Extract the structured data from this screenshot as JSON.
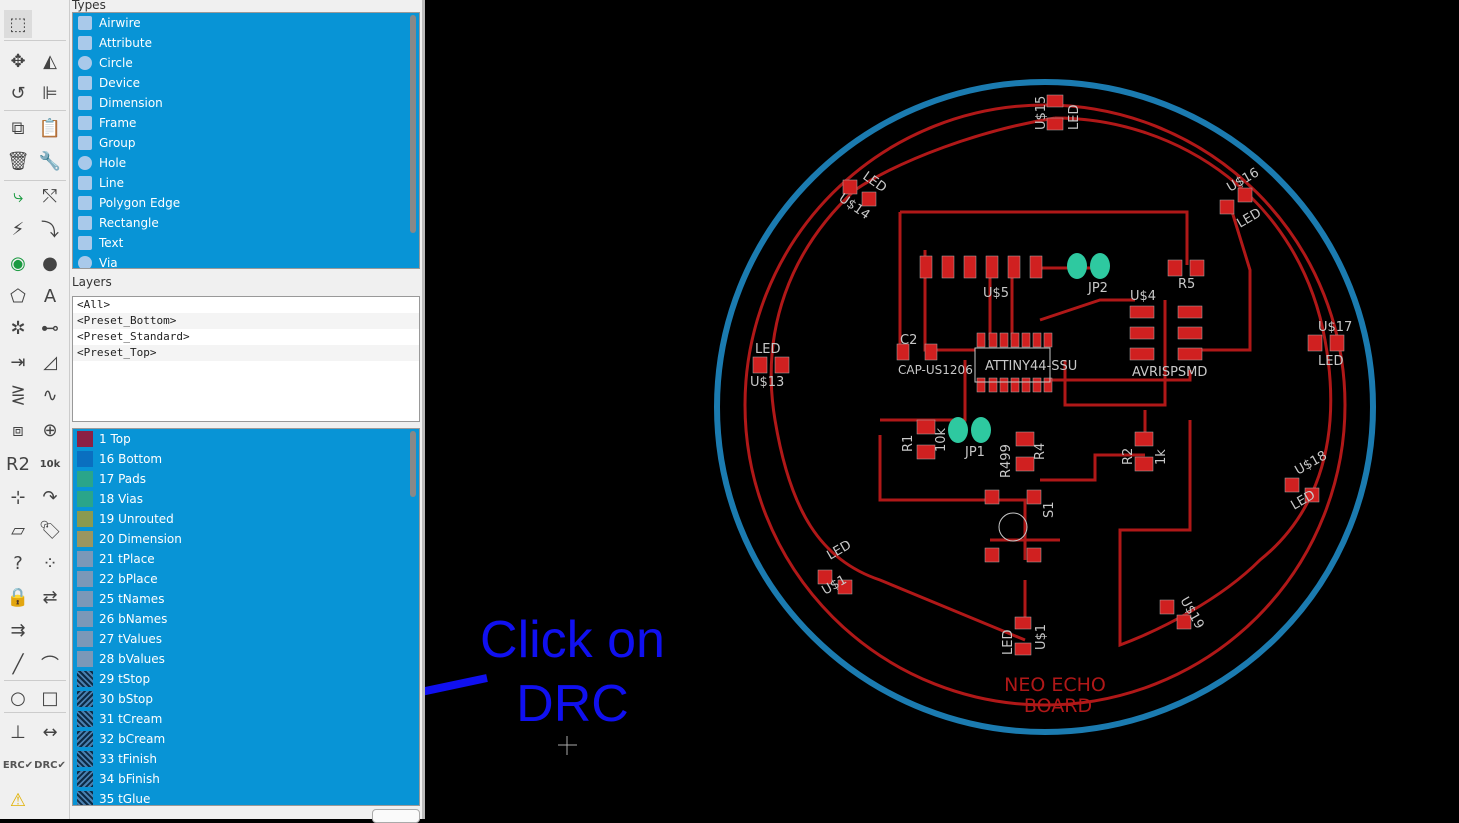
{
  "toolbar": {
    "items": [
      {
        "name": "group-select-icon",
        "glyph": "⬚",
        "col": 0,
        "row": 0,
        "selected": true
      },
      {
        "name": "move-icon",
        "glyph": "✥",
        "col": 0,
        "row": 1
      },
      {
        "name": "mirror-icon",
        "glyph": "◭",
        "col": 1,
        "row": 1
      },
      {
        "name": "rotate-icon",
        "glyph": "↺",
        "col": 0,
        "row": 2
      },
      {
        "name": "align-icon",
        "glyph": "⊫",
        "col": 1,
        "row": 2
      },
      {
        "name": "copy-icon",
        "glyph": "⧉",
        "col": 0,
        "row": 3
      },
      {
        "name": "paste-icon",
        "glyph": "📋",
        "col": 1,
        "row": 3
      },
      {
        "name": "delete-icon",
        "glyph": "🗑",
        "col": 0,
        "row": 4
      },
      {
        "name": "wrench-icon",
        "glyph": "🔧",
        "col": 1,
        "row": 4
      },
      {
        "name": "route-icon",
        "glyph": "⤷",
        "col": 0,
        "row": 5
      },
      {
        "name": "ripup-icon",
        "glyph": "⤲",
        "col": 1,
        "row": 5
      },
      {
        "name": "split-icon",
        "glyph": "⚡",
        "col": 0,
        "row": 6
      },
      {
        "name": "fanout-icon",
        "glyph": "⤵",
        "col": 1,
        "row": 6
      },
      {
        "name": "via-icon",
        "glyph": "◉",
        "col": 0,
        "row": 7
      },
      {
        "name": "hole-icon",
        "glyph": "●",
        "col": 1,
        "row": 7
      },
      {
        "name": "polygon-icon",
        "glyph": "⬠",
        "col": 0,
        "row": 8
      },
      {
        "name": "text-icon",
        "glyph": "A",
        "col": 1,
        "row": 8
      },
      {
        "name": "ratsnest-icon",
        "glyph": "✲",
        "col": 0,
        "row": 9
      },
      {
        "name": "signal-icon",
        "glyph": "⊷",
        "col": 1,
        "row": 9
      },
      {
        "name": "meander-icon",
        "glyph": "⇥",
        "col": 0,
        "row": 10
      },
      {
        "name": "miter-icon",
        "glyph": "◿",
        "col": 1,
        "row": 10
      },
      {
        "name": "differential-icon",
        "glyph": "⋛",
        "col": 0,
        "row": 11
      },
      {
        "name": "wave-icon",
        "glyph": "∿",
        "col": 1,
        "row": 11
      },
      {
        "name": "add-part-icon",
        "glyph": "⧈",
        "col": 0,
        "row": 12
      },
      {
        "name": "add-gate-icon",
        "glyph": "⊕",
        "col": 1,
        "row": 12
      },
      {
        "name": "name-icon",
        "glyph": "R2",
        "col": 0,
        "row": 13
      },
      {
        "name": "value-icon",
        "glyph": "10k",
        "col": 1,
        "row": 13
      },
      {
        "name": "smash-icon",
        "glyph": "⊹",
        "col": 0,
        "row": 14
      },
      {
        "name": "replace-icon",
        "glyph": "↷",
        "col": 1,
        "row": 14
      },
      {
        "name": "change-package-icon",
        "glyph": "▱",
        "col": 0,
        "row": 15
      },
      {
        "name": "attribute-icon",
        "glyph": "🏷",
        "col": 1,
        "row": 15
      },
      {
        "name": "paint-roller-icon",
        "glyph": "?",
        "col": 0,
        "row": 16
      },
      {
        "name": "optimize-icon",
        "glyph": "⁘",
        "col": 1,
        "row": 16
      },
      {
        "name": "lock-icon",
        "glyph": "🔒",
        "col": 0,
        "row": 17
      },
      {
        "name": "swap-icon",
        "glyph": "⇄",
        "col": 1,
        "row": 17
      },
      {
        "name": "join-icon",
        "glyph": "⇉",
        "col": 0,
        "row": 18
      },
      {
        "name": "line-icon",
        "glyph": "╱",
        "col": 0,
        "row": 19
      },
      {
        "name": "arc-icon",
        "glyph": "⌒",
        "col": 1,
        "row": 19
      },
      {
        "name": "circle-icon",
        "glyph": "○",
        "col": 0,
        "row": 20
      },
      {
        "name": "rectangle-icon",
        "glyph": "□",
        "col": 1,
        "row": 20
      },
      {
        "name": "mark-icon",
        "glyph": "⊥",
        "col": 0,
        "row": 21
      },
      {
        "name": "dimension-icon",
        "glyph": "↔",
        "col": 1,
        "row": 21
      },
      {
        "name": "erc-icon",
        "glyph": "ERC✔",
        "col": 0,
        "row": 22
      },
      {
        "name": "drc-icon",
        "glyph": "DRC✔",
        "col": 1,
        "row": 22
      },
      {
        "name": "errors-warning-icon",
        "glyph": "⚠",
        "col": 0,
        "row": 23
      }
    ]
  },
  "types": {
    "label": "Types",
    "items": [
      {
        "label": "Airwire",
        "icon": "airwire-icon"
      },
      {
        "label": "Attribute",
        "icon": "attribute-icon"
      },
      {
        "label": "Circle",
        "icon": "circle-icon"
      },
      {
        "label": "Device",
        "icon": "device-icon"
      },
      {
        "label": "Dimension",
        "icon": "dimension-icon"
      },
      {
        "label": "Frame",
        "icon": "frame-icon"
      },
      {
        "label": "Group",
        "icon": "group-icon"
      },
      {
        "label": "Hole",
        "icon": "hole-icon"
      },
      {
        "label": "Line",
        "icon": "line-icon"
      },
      {
        "label": "Polygon Edge",
        "icon": "polygon-icon"
      },
      {
        "label": "Rectangle",
        "icon": "rectangle-icon"
      },
      {
        "label": "Text",
        "icon": "text-icon"
      },
      {
        "label": "Via",
        "icon": "via-icon"
      }
    ]
  },
  "layers": {
    "label": "Layers",
    "presets": [
      "<All>",
      "<Preset_Bottom>",
      "<Preset_Standard>",
      "<Preset_Top>"
    ],
    "items": [
      {
        "label": "1 Top",
        "color": "#8b2044"
      },
      {
        "label": "16 Bottom",
        "color": "#0a6fc0"
      },
      {
        "label": "17 Pads",
        "color": "#2aa58a"
      },
      {
        "label": "18 Vias",
        "color": "#2aa58a"
      },
      {
        "label": "19 Unrouted",
        "color": "#8a9a50"
      },
      {
        "label": "20 Dimension",
        "color": "#9a9660"
      },
      {
        "label": "21 tPlace",
        "color": "#7a98b8"
      },
      {
        "label": "22 bPlace",
        "color": "#7a98b8"
      },
      {
        "label": "25 tNames",
        "color": "#7a98b8"
      },
      {
        "label": "26 bNames",
        "color": "#7a98b8"
      },
      {
        "label": "27 tValues",
        "color": "#7a98b8"
      },
      {
        "label": "28 bValues",
        "color": "#7a98b8"
      },
      {
        "label": "29 tStop",
        "pattern": "hatch"
      },
      {
        "label": "30 bStop",
        "pattern": "hatchb"
      },
      {
        "label": "31 tCream",
        "pattern": "hatch"
      },
      {
        "label": "32 bCream",
        "pattern": "hatchb"
      },
      {
        "label": "33 tFinish",
        "pattern": "hatch"
      },
      {
        "label": "34 bFinish",
        "pattern": "hatchb"
      },
      {
        "label": "35 tGlue",
        "pattern": "hatch"
      }
    ]
  },
  "board": {
    "title_line1": "NEO ECHO",
    "title_line2": "BOARD",
    "labels": {
      "u15": "U$15",
      "led": "LED",
      "u16": "U$16",
      "u17": "U$17",
      "u18": "U$18",
      "u19": "U$19",
      "u11": "U$1",
      "u13": "U$13",
      "u14": "U$14",
      "u12": "U$1",
      "u5": "U$5",
      "u4": "U$4",
      "jp2": "JP2",
      "jp1": "JP1",
      "r5": "R5",
      "c2": "C2",
      "cap": "CAP-US1206",
      "attiny": "ATTINY44-SSU",
      "avrisp": "AVRISPSMD",
      "r1": "R1",
      "r10k": "10k",
      "r4": "R4",
      "r499": "R499",
      "r2": "R2",
      "r1k": "1k",
      "s1": "S1"
    },
    "colors": {
      "outline": "#1b7bb0",
      "trace": "#b01818",
      "pad": "#d02020",
      "via": "#2ec9a0",
      "text": "#c8c8c8"
    }
  },
  "annotation": {
    "line1": "Click on",
    "line2": "DRC",
    "color": "#1010f0"
  }
}
